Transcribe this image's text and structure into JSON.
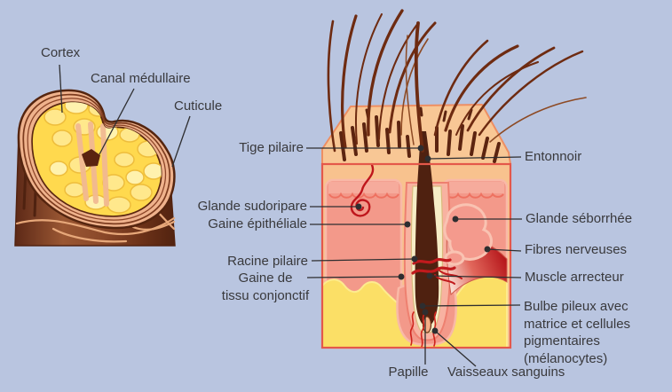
{
  "figure": {
    "type": "anatomical-diagram",
    "subject": "hair shaft cross-section and skin cross-section with hair follicle"
  },
  "labels": {
    "cortex": "Cortex",
    "canal_medullaire": "Canal médullaire",
    "cuticule": "Cuticule",
    "tige_pilaire": "Tige pilaire",
    "glande_sudoripare": "Glande sudoripare",
    "gaine_epitheliale": "Gaine épithéliale",
    "racine_pilaire": "Racine pilaire",
    "gaine_tissu_line1": "Gaine de",
    "gaine_tissu_line2": "tissu conjonctif",
    "entonnoir": "Entonnoir",
    "glande_seborrhee": "Glande séborrhée",
    "fibres_nerveuses": "Fibres nerveuses",
    "muscle_arrecteur": "Muscle arrecteur",
    "bulbe_line1": "Bulbe pileux avec",
    "bulbe_line2": "matrice et cellules",
    "bulbe_line3": "pigmentaires",
    "bulbe_line4": "(mélanocytes)",
    "papille": "Papille",
    "vaisseaux_sanguins": "Vaisseaux sanguins"
  },
  "colors": {
    "background": "#b9c5e0",
    "label_text": "#39393c",
    "leader_line": "#2e2e30",
    "hair": "#6e2b11",
    "skin_top_face": "#f8c795",
    "epidermis": "#f8c28e",
    "dermis": "#f3998a",
    "hypodermis_fat": "#fbdf66",
    "gland_red": "#bf161c",
    "block_border": "#e4584a",
    "cortex_yellow": "#ffd94e",
    "shaft_brown": "#8a4829"
  }
}
